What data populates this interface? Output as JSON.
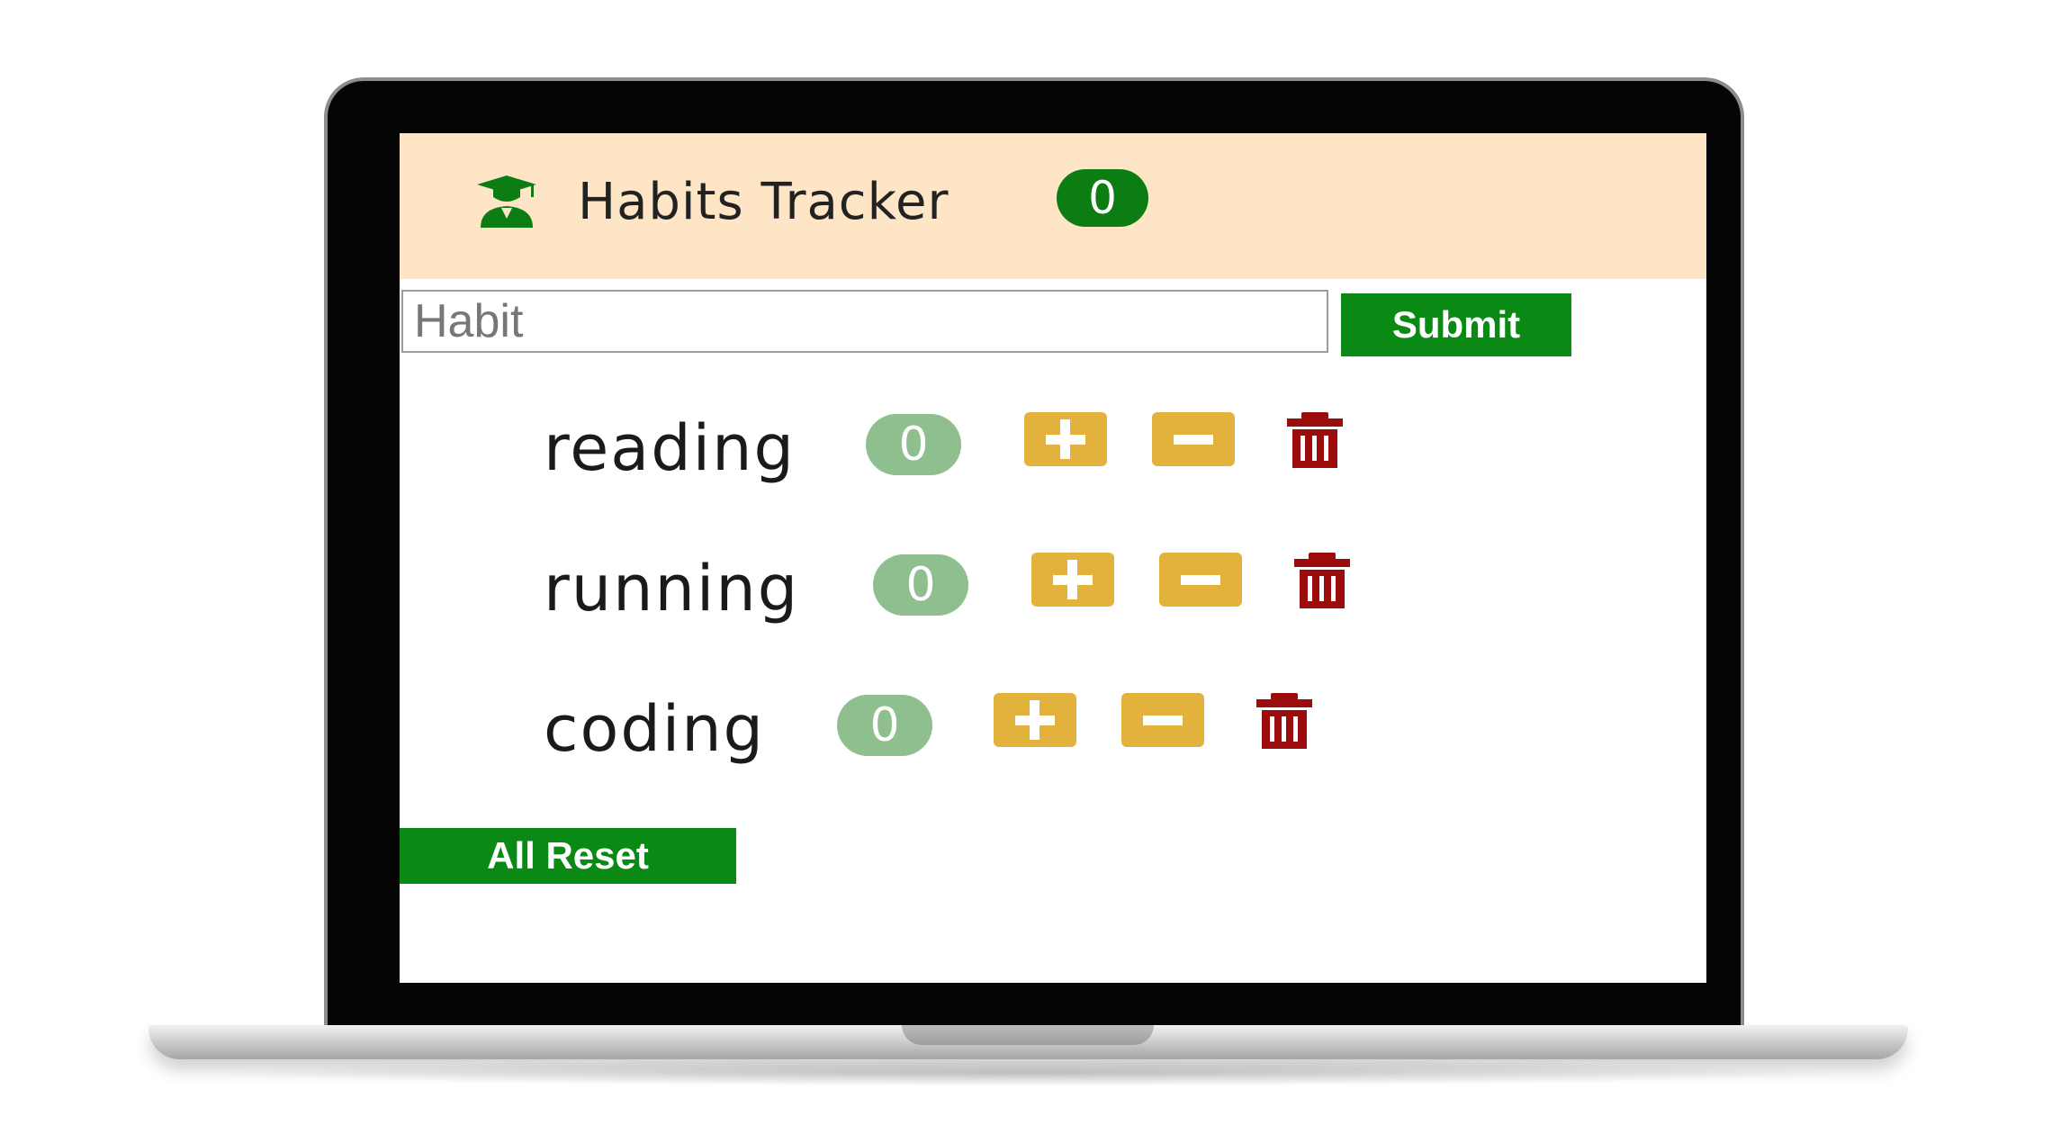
{
  "header": {
    "title": "Habits Tracker",
    "total_count": "0",
    "logo_icon": "user-graduate-icon",
    "background_color": "#fde5c5",
    "badge_color": "#0b7d12"
  },
  "form": {
    "input_placeholder": "Habit",
    "input_value": "",
    "submit_label": "Submit"
  },
  "habits": [
    {
      "name": "reading",
      "count": "0"
    },
    {
      "name": "running",
      "count": "0"
    },
    {
      "name": "coding",
      "count": "0"
    }
  ],
  "icons": {
    "increment": "plus-icon",
    "decrement": "minus-icon",
    "delete": "trash-icon"
  },
  "colors": {
    "primary_green": "#0a8a14",
    "count_badge": "#8fbe8f",
    "action_button": "#e3b23c",
    "delete_icon": "#9b0d0d"
  },
  "footer": {
    "reset_label": "All Reset"
  }
}
